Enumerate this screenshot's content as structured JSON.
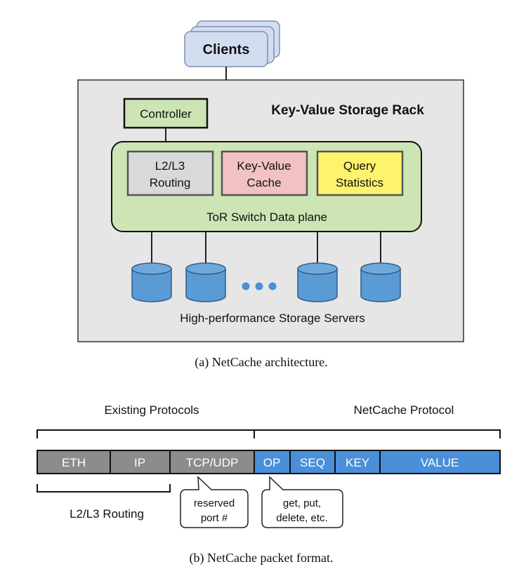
{
  "architecture": {
    "clients": "Clients",
    "rack_title": "Key-Value Storage Rack",
    "controller": "Controller",
    "routing_line1": "L2/L3",
    "routing_line2": "Routing",
    "cache_line1": "Key-Value",
    "cache_line2": "Cache",
    "stats_line1": "Query",
    "stats_line2": "Statistics",
    "switch_label": "ToR Switch Data plane",
    "servers_label": "High-performance Storage Servers",
    "caption": "(a)  NetCache architecture."
  },
  "packet": {
    "existing_label": "Existing Protocols",
    "netcache_label": "NetCache Protocol",
    "fields": [
      "ETH",
      "IP",
      "TCP/UDP",
      "OP",
      "SEQ",
      "KEY",
      "VALUE"
    ],
    "routing_label": "L2/L3 Routing",
    "callout_port_line1": "reserved",
    "callout_port_line2": "port #",
    "callout_op_line1": "get, put,",
    "callout_op_line2": "delete, etc.",
    "caption": "(b)  NetCache packet format."
  },
  "colors": {
    "rack_bg": "#e6e6e6",
    "green": "#cde5b4",
    "gray_box": "#d9d9d9",
    "pink": "#f2c2c2",
    "yellow": "#fef36c",
    "clients_blue": "#d3ddf0",
    "server_blue": "#5b9bd5",
    "field_gray": "#8c8c8c",
    "field_blue": "#4a8fd8"
  }
}
